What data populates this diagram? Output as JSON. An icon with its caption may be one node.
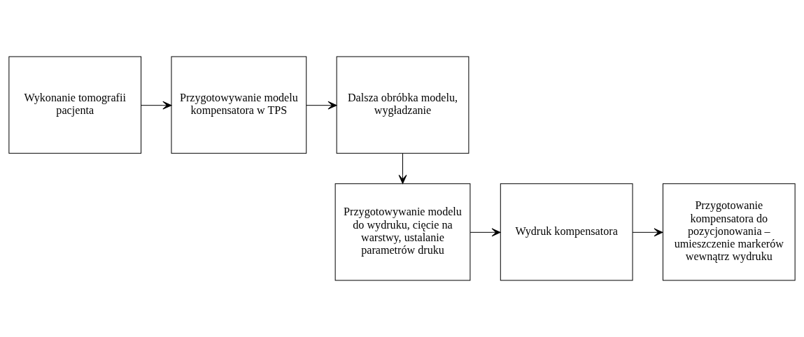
{
  "diagram": {
    "nodes": [
      {
        "text": [
          "Wykonanie tomografii pacjenta"
        ]
      },
      {
        "text": [
          "Przygotowywanie modelu kompensatora w TPS"
        ]
      },
      {
        "text": [
          "Dalsza obróbka modelu, wygładzanie"
        ]
      },
      {
        "text": [
          "Przygotowywanie modelu do wydruku, cięcie na warstwy, ustalanie parametrów druku"
        ]
      },
      {
        "text": [
          "Wydruk kompensatora"
        ]
      },
      {
        "text": [
          "Przygotowanie kompensatora do pozycjonowania – umieszczenie markerów wewnątrz wydruku"
        ]
      }
    ],
    "edges": [
      {
        "from": 0,
        "to": 1,
        "arrow": "to"
      },
      {
        "from": 1,
        "to": 2,
        "arrow": "to"
      },
      {
        "from": 2,
        "to": 3,
        "arrow": "to"
      },
      {
        "from": 3,
        "to": 4,
        "arrow": "to"
      },
      {
        "from": 4,
        "to": 5,
        "arrow": "to"
      }
    ]
  }
}
